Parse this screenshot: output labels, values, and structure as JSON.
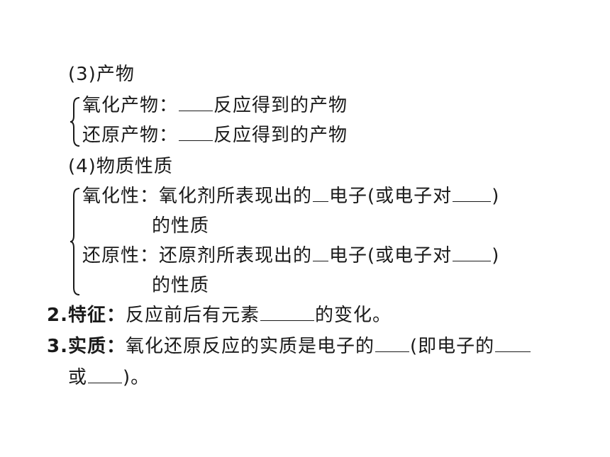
{
  "section3": {
    "heading": "(3)产物",
    "items": [
      {
        "label": "氧化产物：",
        "suffix": "反应得到的产物"
      },
      {
        "label": "还原产物：",
        "suffix": "反应得到的产物"
      }
    ]
  },
  "section4": {
    "heading": "(4)物质性质",
    "items": [
      {
        "label": "氧化性：",
        "prefix": "氧化剂所表现出的",
        "mid": "电子(或电子对",
        "close": ")",
        "line2": "的性质"
      },
      {
        "label": "还原性：",
        "prefix": "还原剂所表现出的",
        "mid": "电子(或电子对",
        "close": ")",
        "line2": "的性质"
      }
    ]
  },
  "point2": {
    "label": "2.特征：",
    "prefix": "反应前后有元素",
    "suffix": "的变化。"
  },
  "point3": {
    "label": "3.实质：",
    "prefix": "氧化还原反应的实质是电子的",
    "mid": "(即电子的",
    "line2_prefix": "或",
    "line2_suffix": ")。"
  }
}
